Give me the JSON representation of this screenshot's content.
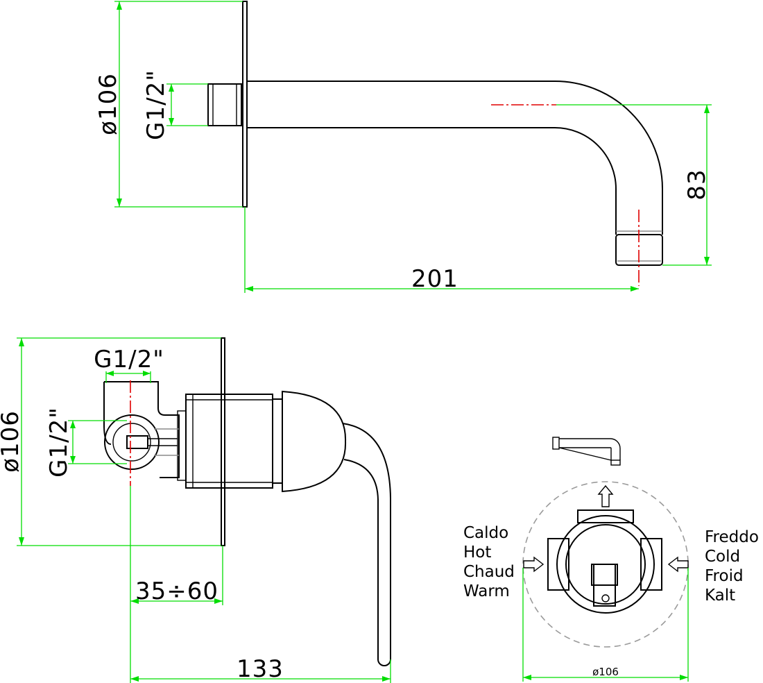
{
  "top_view": {
    "diameter": "ø106",
    "thread": "G1/2\"",
    "height": "83",
    "length": "201"
  },
  "side_view": {
    "diameter": "ø106",
    "thread_top": "G1/2\"",
    "thread_side": "G1/2\"",
    "wall_depth": "35÷60",
    "total_length": "133"
  },
  "front_view": {
    "hot_labels": [
      "Caldo",
      "Hot",
      "Chaud",
      "Warm"
    ],
    "cold_labels": [
      "Freddo",
      "Cold",
      "Froid",
      "Kalt"
    ],
    "diameter": "ø106"
  }
}
